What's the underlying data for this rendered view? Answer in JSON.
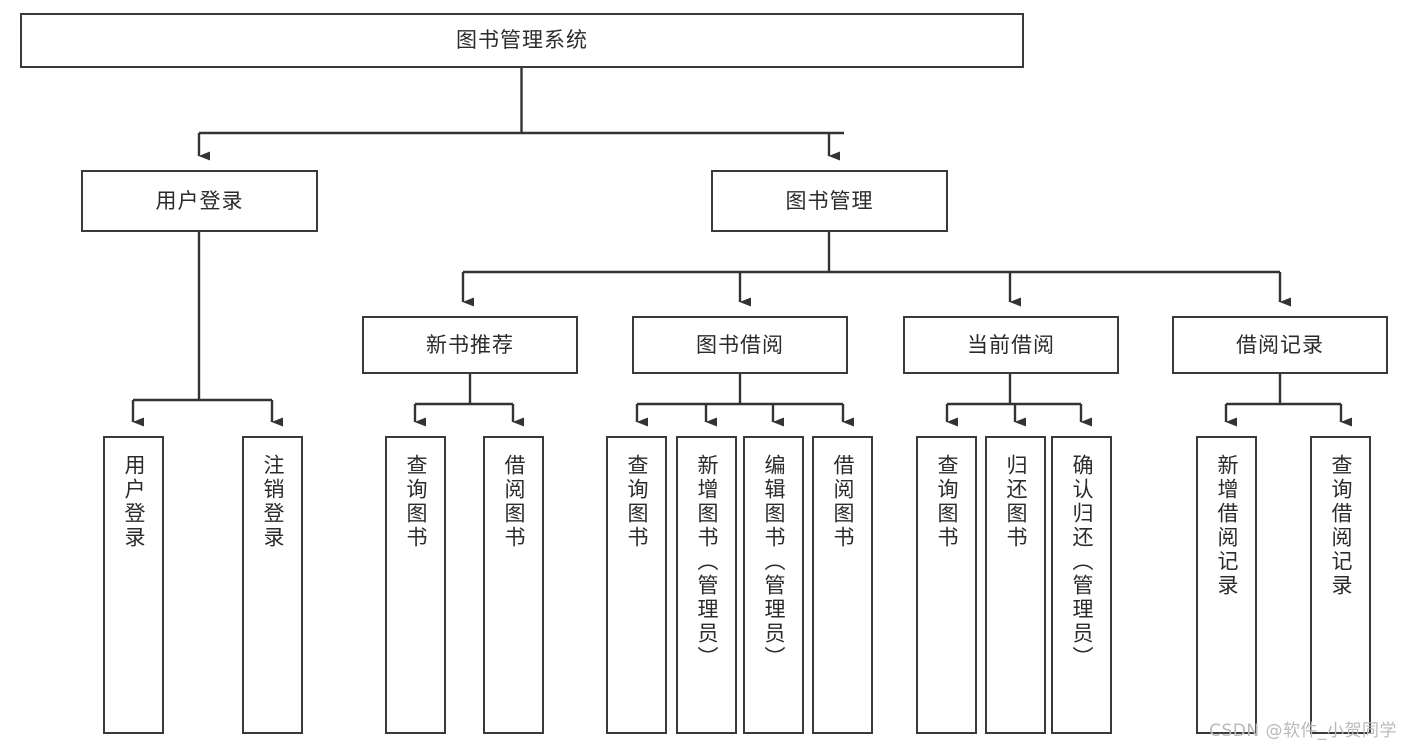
{
  "diagram": {
    "title": "图书管理系统",
    "type": "tree-hierarchy-diagram",
    "colors": {
      "box_border": "#3a3a3a",
      "box_fill": "#ffffff",
      "edge": "#333333",
      "text": "#2b2b2b",
      "watermark": "#b9b9b9",
      "background": "#ffffff"
    },
    "watermark": "CSDN @软件_小贺同学",
    "root": {
      "label": "图书管理系统"
    },
    "level2": [
      {
        "label": "用户登录"
      },
      {
        "label": "图书管理"
      }
    ],
    "level3": [
      {
        "label": "新书推荐"
      },
      {
        "label": "图书借阅"
      },
      {
        "label": "当前借阅"
      },
      {
        "label": "借阅记录"
      }
    ],
    "leaves": {
      "user_login": [
        {
          "label": "用户登录"
        },
        {
          "label": "注销登录"
        }
      ],
      "new_book_recommend": [
        {
          "label": "查询图书"
        },
        {
          "label": "借阅图书"
        }
      ],
      "book_borrow": [
        {
          "label": "查询图书"
        },
        {
          "label": "新增图书（管理员）"
        },
        {
          "label": "编辑图书（管理员）"
        },
        {
          "label": "借阅图书"
        }
      ],
      "current_borrow": [
        {
          "label": "查询图书"
        },
        {
          "label": "归还图书"
        },
        {
          "label": "确认归还（管理员）"
        }
      ],
      "borrow_record": [
        {
          "label": "新增借阅记录"
        },
        {
          "label": "查询借阅记录"
        }
      ]
    }
  }
}
